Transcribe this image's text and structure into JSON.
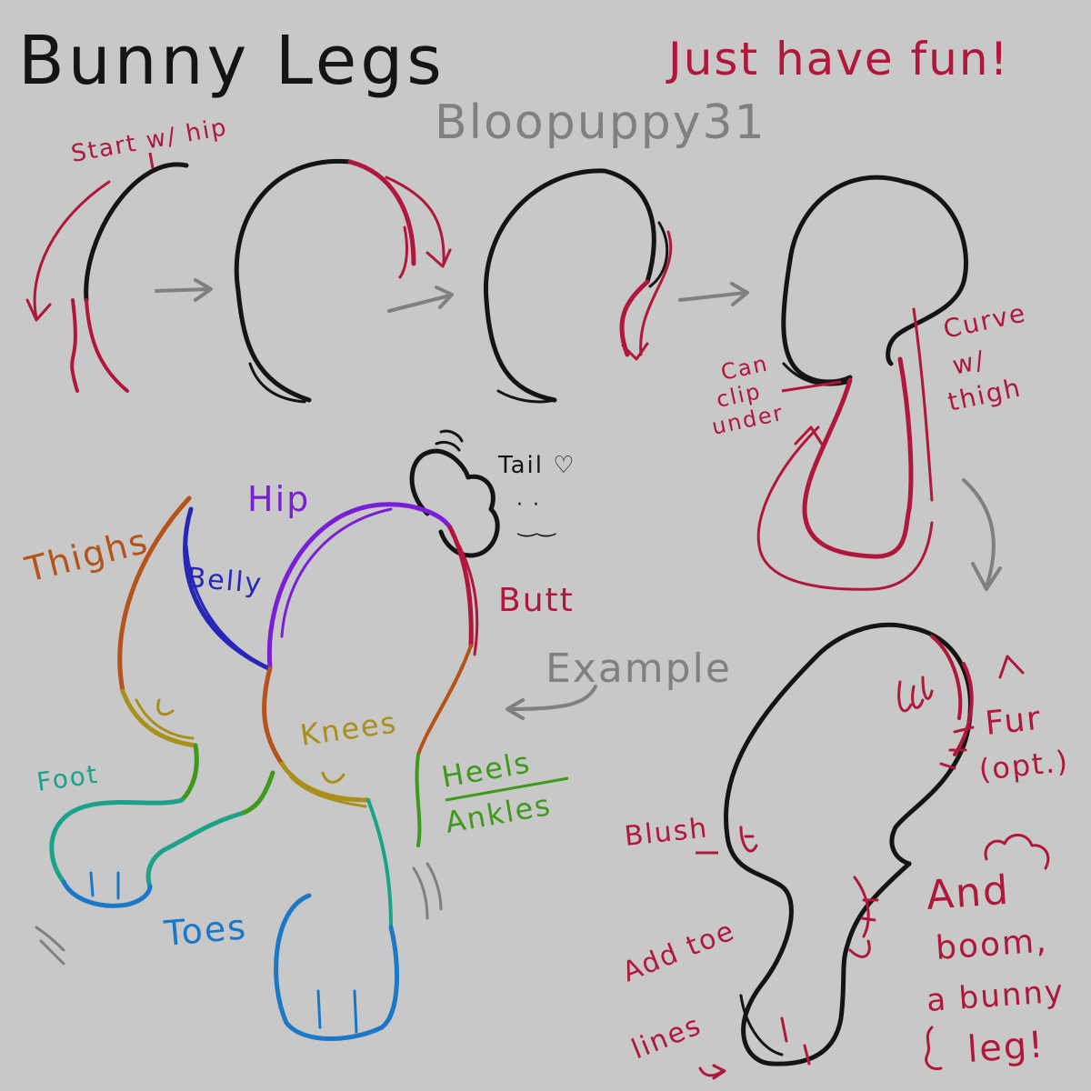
{
  "title": "Bunny Legs",
  "tagline": "Just have fun!",
  "artist": "Bloopuppy31",
  "colors": {
    "background": "#c8c8c8",
    "ink": "#141414",
    "red": "#b0173a",
    "gray": "#808080",
    "purple": "#7a1fd6",
    "blue": "#2626b8",
    "orange": "#b5531a",
    "olive": "#a8901a",
    "green": "#3d9a1a",
    "teal": "#1aa38a",
    "lightblue": "#1a78c7"
  },
  "steps": {
    "start_note": "Start w/ hip",
    "clip_note": [
      "Can",
      "clip",
      "under"
    ],
    "curve_note": [
      "Curve",
      "w/",
      "thigh"
    ]
  },
  "example": {
    "label": "Example",
    "hip": "Hip",
    "thighs": "Thighs",
    "belly": "Belly",
    "butt": "Butt",
    "tail": "Tail ♡",
    "face": "·  ·\n‿",
    "knees": "Knees",
    "heels": "Heels",
    "ankles": "Ankles",
    "foot": "Foot",
    "toes": "Toes"
  },
  "final": {
    "fur": "Fur",
    "fur_opt": "(opt.)",
    "blush": "Blush",
    "toe_lines": [
      "Add toe",
      "lines"
    ],
    "finish": [
      "And",
      "boom,",
      "a bunny",
      "leg!"
    ]
  }
}
